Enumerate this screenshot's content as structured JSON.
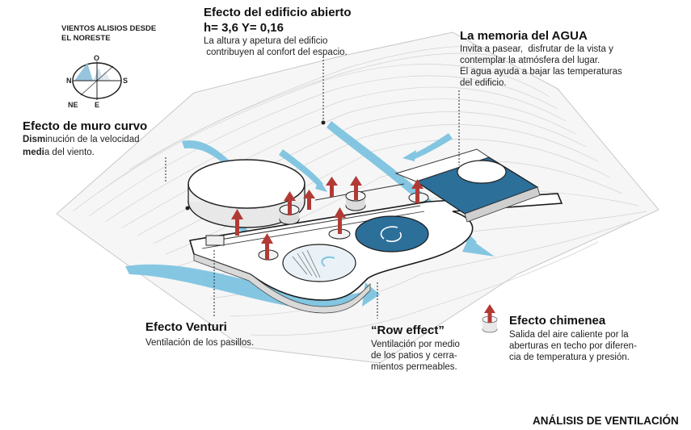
{
  "compass": {
    "title_line1": "VIENTOS ALISIOS DESDE",
    "title_line2": "EL NORESTE",
    "north": "O",
    "west": "N",
    "east": "S",
    "south": "E",
    "northeast": "NE"
  },
  "edificio_abierto": {
    "title": "Efecto del edificio abierto",
    "formula": "h= 3,6  Y= 0,16",
    "line1": "La altura y apetura del edificio",
    "line2": " contribuyen al confort del espacio."
  },
  "memoria_agua": {
    "title": "La memoria del AGUA",
    "line1": "Invita a pasear,  disfrutar de la vista y",
    "line2": "contemplar la atmósfera del lugar.",
    "line3": "El agua ayuda a bajar las temperaturas",
    "line4": "del edificio."
  },
  "muro_curvo": {
    "title": "Efecto de muro curvo",
    "line1_bold": "Dism",
    "line1_rest": "inución de la velocidad",
    "line2_bold": "medi",
    "line2_rest": "a del viento."
  },
  "venturi": {
    "title": "Efecto Venturi",
    "line1": "Ventilación de los pasillos."
  },
  "row_effect": {
    "title": "“Row effect”",
    "line1": "Ventilación por medio",
    "line2": "de los patios y cerra-",
    "line3": "mientos permeables."
  },
  "chimenea": {
    "title": "Efecto chimenea",
    "line1": "Salida del aire caliente por la",
    "line2": "aberturas en techo por diferen-",
    "line3": "cia de temperatura y presión."
  },
  "footer": {
    "title": "ANÁLISIS DE VENTILACIÓN"
  },
  "colors": {
    "wind": "#7ec4e0",
    "water": "#2c6f99",
    "arrow": "#b23a35",
    "ink": "#222222"
  }
}
